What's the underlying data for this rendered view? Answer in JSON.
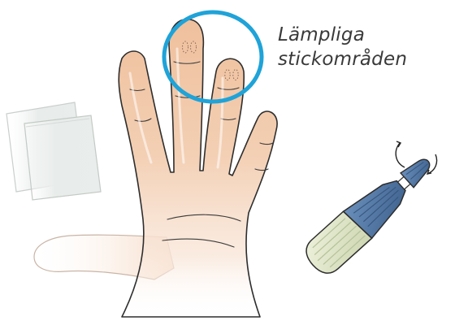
{
  "illustration": {
    "caption_lines": [
      "Lämpliga",
      "stickområden"
    ],
    "parts": {
      "hand": "hand-illustration",
      "gauze": "gauze-pads",
      "lancet": "lancet-device",
      "highlight": "puncture-site-highlight",
      "rotate": "rotate-arrows-icon"
    },
    "colors": {
      "skin": "#f2c9a8",
      "skin_shadow": "#e3a882",
      "outline": "#2b2b2b",
      "highlight_ring": "#1fa3d8",
      "lancet_body": "#4a6f9b",
      "lancet_cap": "#dfe6c8",
      "gauze": "#eceeed"
    }
  }
}
